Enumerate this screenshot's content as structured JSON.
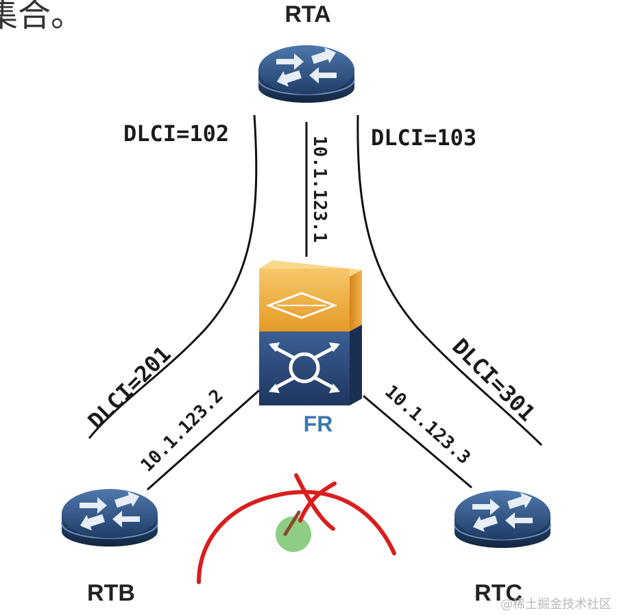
{
  "heading_fragment": "集合。",
  "routers": {
    "rta": "RTA",
    "rtb": "RTB",
    "rtc": "RTC"
  },
  "switch": {
    "label": "FR"
  },
  "dlci": {
    "rta_to_rtb": "DLCI=102",
    "rta_to_rtc": "DLCI=103",
    "rtb_to_rta": "DLCI=201",
    "rtc_to_rta": "DLCI=301"
  },
  "ip": {
    "rta": "10.1.123.1",
    "rtb": "10.1.123.2",
    "rtc": "10.1.123.3"
  },
  "watermark": "@稀土掘金技术社区",
  "colors": {
    "router_body": "#2c4f80",
    "switch_top": "#f0a030",
    "switch_bottom": "#2a4a7c",
    "fr_label": "#3a78b0",
    "annotation_red": "#d91e1e",
    "annotation_green": "#7ac56f"
  },
  "icons": [
    "router-icon",
    "frame-relay-switch-icon"
  ]
}
